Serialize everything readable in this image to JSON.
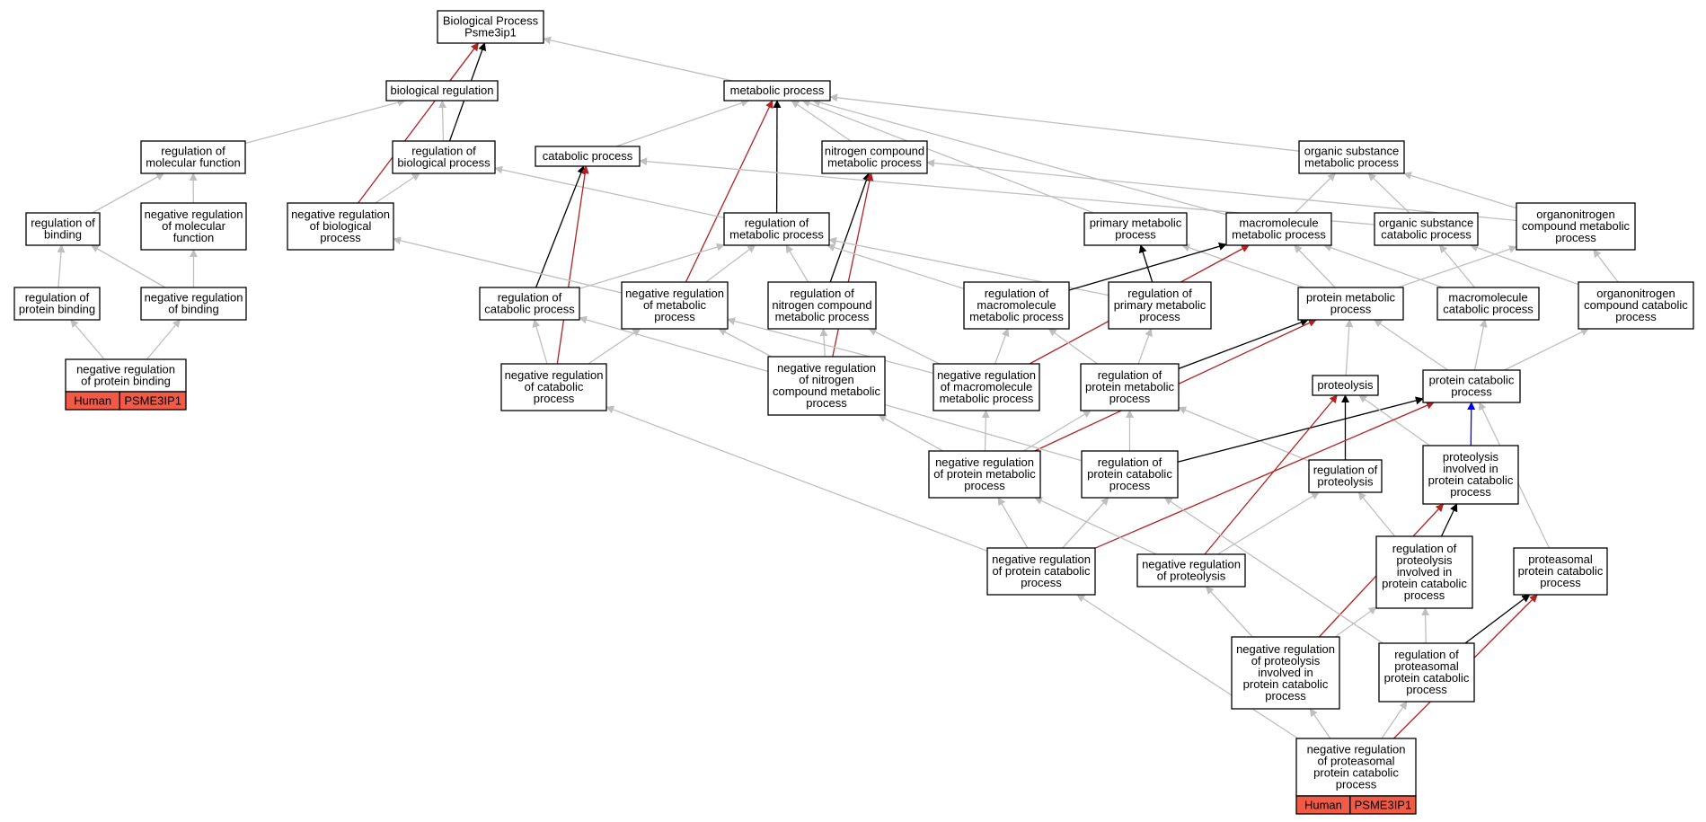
{
  "colors": {
    "gray_edge": "#bfbfbf",
    "black_edge": "#000000",
    "red_edge": "#b22222",
    "blue_edge": "#0000ff",
    "badge_fill": "#f05a46"
  },
  "nodes": [
    {
      "id": "bp",
      "lines": [
        "Biological Process",
        "Psme3ip1"
      ]
    },
    {
      "id": "bioreg",
      "lines": [
        "biological regulation"
      ]
    },
    {
      "id": "metab",
      "lines": [
        "metabolic process"
      ]
    },
    {
      "id": "regmolfunc",
      "lines": [
        "regulation of",
        "molecular function"
      ]
    },
    {
      "id": "regbioproc",
      "lines": [
        "regulation of",
        "biological process"
      ]
    },
    {
      "id": "catab",
      "lines": [
        "catabolic process"
      ]
    },
    {
      "id": "nitro",
      "lines": [
        "nitrogen compound",
        "metabolic process"
      ]
    },
    {
      "id": "orgsub",
      "lines": [
        "organic substance",
        "metabolic process"
      ]
    },
    {
      "id": "regbind",
      "lines": [
        "regulation of",
        "binding"
      ]
    },
    {
      "id": "negregmolfunc",
      "lines": [
        "negative regulation",
        "of molecular",
        "function"
      ]
    },
    {
      "id": "negregbioproc",
      "lines": [
        "negative regulation",
        "of biological",
        "process"
      ]
    },
    {
      "id": "regmetab",
      "lines": [
        "regulation of",
        "metabolic process"
      ]
    },
    {
      "id": "primmetab",
      "lines": [
        "primary metabolic",
        "process"
      ]
    },
    {
      "id": "macromol",
      "lines": [
        "macromolecule",
        "metabolic process"
      ]
    },
    {
      "id": "orgsubcatab",
      "lines": [
        "organic substance",
        "catabolic process"
      ]
    },
    {
      "id": "organonitro",
      "lines": [
        "organonitrogen",
        "compound metabolic",
        "process"
      ]
    },
    {
      "id": "regprotbind",
      "lines": [
        "regulation of",
        "protein binding"
      ]
    },
    {
      "id": "negregbind",
      "lines": [
        "negative regulation",
        "of binding"
      ]
    },
    {
      "id": "regcatab",
      "lines": [
        "regulation of",
        "catabolic process"
      ]
    },
    {
      "id": "negregmetab",
      "lines": [
        "negative regulation",
        "of metabolic",
        "process"
      ]
    },
    {
      "id": "regnitro",
      "lines": [
        "regulation of",
        "nitrogen compound",
        "metabolic process"
      ]
    },
    {
      "id": "regmacro",
      "lines": [
        "regulation of",
        "macromolecule",
        "metabolic process"
      ]
    },
    {
      "id": "regprim",
      "lines": [
        "regulation of",
        "primary metabolic",
        "process"
      ]
    },
    {
      "id": "protmetab",
      "lines": [
        "protein metabolic",
        "process"
      ]
    },
    {
      "id": "macrocatab",
      "lines": [
        "macromolecule",
        "catabolic process"
      ]
    },
    {
      "id": "organonitrocatab",
      "lines": [
        "organonitrogen",
        "compound catabolic",
        "process"
      ]
    },
    {
      "id": "negregprotbind",
      "lines": [
        "negative regulation",
        "of protein binding"
      ],
      "badge": [
        "Human",
        "PSME3IP1"
      ]
    },
    {
      "id": "negregcatab",
      "lines": [
        "negative regulation",
        "of catabolic",
        "process"
      ]
    },
    {
      "id": "negregnitro",
      "lines": [
        "negative regulation",
        "of nitrogen",
        "compound metabolic",
        "process"
      ]
    },
    {
      "id": "negregmacro",
      "lines": [
        "negative regulation",
        "of macromolecule",
        "metabolic process"
      ]
    },
    {
      "id": "regprotmetab",
      "lines": [
        "regulation of",
        "protein metabolic",
        "process"
      ]
    },
    {
      "id": "proteolysis",
      "lines": [
        "proteolysis"
      ]
    },
    {
      "id": "protcatab",
      "lines": [
        "protein catabolic",
        "process"
      ]
    },
    {
      "id": "negregprotmetab",
      "lines": [
        "negative regulation",
        "of protein metabolic",
        "process"
      ]
    },
    {
      "id": "regprotcatab",
      "lines": [
        "regulation of",
        "protein catabolic",
        "process"
      ]
    },
    {
      "id": "regproteolysis",
      "lines": [
        "regulation of",
        "proteolysis"
      ]
    },
    {
      "id": "proteolysisinv",
      "lines": [
        "proteolysis",
        "involved in",
        "protein catabolic",
        "process"
      ]
    },
    {
      "id": "negregprotcatab",
      "lines": [
        "negative regulation",
        "of protein catabolic",
        "process"
      ]
    },
    {
      "id": "negregproteolysis",
      "lines": [
        "negative regulation",
        "of proteolysis"
      ]
    },
    {
      "id": "regproteolysisinv",
      "lines": [
        "regulation of",
        "proteolysis",
        "involved in",
        "protein catabolic",
        "process"
      ]
    },
    {
      "id": "proteasomal",
      "lines": [
        "proteasomal",
        "protein catabolic",
        "process"
      ]
    },
    {
      "id": "negregproteolysisinv",
      "lines": [
        "negative regulation",
        "of proteolysis",
        "involved in",
        "protein catabolic",
        "process"
      ]
    },
    {
      "id": "regproteasomal",
      "lines": [
        "regulation of",
        "proteasomal",
        "protein catabolic",
        "process"
      ]
    },
    {
      "id": "negregproteasomal",
      "lines": [
        "negative regulation",
        "of proteasomal",
        "protein catabolic",
        "process"
      ],
      "badge": [
        "Human",
        "PSME3IP1"
      ]
    }
  ],
  "edges": [
    {
      "from": "bioreg",
      "to": "bp",
      "kind": "gray"
    },
    {
      "from": "metab",
      "to": "bp",
      "kind": "gray"
    },
    {
      "from": "regbioproc",
      "to": "bioreg",
      "kind": "gray"
    },
    {
      "from": "regbioproc",
      "to": "bp",
      "kind": "black"
    },
    {
      "from": "negregbioproc",
      "to": "bp",
      "kind": "red"
    },
    {
      "from": "regmolfunc",
      "to": "bioreg",
      "kind": "gray"
    },
    {
      "from": "catab",
      "to": "metab",
      "kind": "gray"
    },
    {
      "from": "nitro",
      "to": "metab",
      "kind": "gray"
    },
    {
      "from": "orgsub",
      "to": "metab",
      "kind": "gray"
    },
    {
      "from": "regmetab",
      "to": "metab",
      "kind": "black"
    },
    {
      "from": "negregmetab",
      "to": "metab",
      "kind": "red"
    },
    {
      "from": "primmetab",
      "to": "metab",
      "kind": "gray"
    },
    {
      "from": "macromol",
      "to": "metab",
      "kind": "gray"
    },
    {
      "from": "regbind",
      "to": "regmolfunc",
      "kind": "gray"
    },
    {
      "from": "negregmolfunc",
      "to": "regmolfunc",
      "kind": "gray"
    },
    {
      "from": "negregbioproc",
      "to": "regbioproc",
      "kind": "gray"
    },
    {
      "from": "regmetab",
      "to": "regbioproc",
      "kind": "gray"
    },
    {
      "from": "orgsubcatab",
      "to": "catab",
      "kind": "gray"
    },
    {
      "from": "regcatab",
      "to": "catab",
      "kind": "black"
    },
    {
      "from": "negregcatab",
      "to": "catab",
      "kind": "red"
    },
    {
      "from": "orgsubcatab",
      "to": "orgsub",
      "kind": "gray"
    },
    {
      "from": "organonitro",
      "to": "nitro",
      "kind": "gray"
    },
    {
      "from": "regnitro",
      "to": "nitro",
      "kind": "black"
    },
    {
      "from": "negregnitro",
      "to": "nitro",
      "kind": "red"
    },
    {
      "from": "macromol",
      "to": "orgsub",
      "kind": "gray"
    },
    {
      "from": "organonitro",
      "to": "orgsub",
      "kind": "gray"
    },
    {
      "from": "negregmetab",
      "to": "negregbioproc",
      "kind": "gray"
    },
    {
      "from": "regcatab",
      "to": "regmetab",
      "kind": "gray"
    },
    {
      "from": "negregmetab",
      "to": "regmetab",
      "kind": "gray"
    },
    {
      "from": "regnitro",
      "to": "regmetab",
      "kind": "gray"
    },
    {
      "from": "regmacro",
      "to": "regmetab",
      "kind": "gray"
    },
    {
      "from": "regprim",
      "to": "regmetab",
      "kind": "gray"
    },
    {
      "from": "regprotbind",
      "to": "regbind",
      "kind": "gray"
    },
    {
      "from": "negregbind",
      "to": "regbind",
      "kind": "gray"
    },
    {
      "from": "negregbind",
      "to": "negregmolfunc",
      "kind": "gray"
    },
    {
      "from": "negregprotbind",
      "to": "regprotbind",
      "kind": "gray"
    },
    {
      "from": "negregprotbind",
      "to": "negregbind",
      "kind": "gray"
    },
    {
      "from": "regprim",
      "to": "primmetab",
      "kind": "black"
    },
    {
      "from": "protmetab",
      "to": "primmetab",
      "kind": "gray"
    },
    {
      "from": "regmacro",
      "to": "macromol",
      "kind": "black"
    },
    {
      "from": "negregmacro",
      "to": "macromol",
      "kind": "red"
    },
    {
      "from": "protmetab",
      "to": "macromol",
      "kind": "gray"
    },
    {
      "from": "macrocatab",
      "to": "macromol",
      "kind": "gray"
    },
    {
      "from": "macrocatab",
      "to": "orgsubcatab",
      "kind": "gray"
    },
    {
      "from": "organonitrocatab",
      "to": "organonitro",
      "kind": "gray"
    },
    {
      "from": "protmetab",
      "to": "organonitro",
      "kind": "gray"
    },
    {
      "from": "organonitrocatab",
      "to": "orgsubcatab",
      "kind": "gray"
    },
    {
      "from": "negregcatab",
      "to": "regcatab",
      "kind": "gray"
    },
    {
      "from": "negregnitro",
      "to": "regnitro",
      "kind": "gray"
    },
    {
      "from": "negregmacro",
      "to": "regnitro",
      "kind": "gray"
    },
    {
      "from": "negregnitro",
      "to": "negregmetab",
      "kind": "gray"
    },
    {
      "from": "negregcatab",
      "to": "negregmetab",
      "kind": "gray"
    },
    {
      "from": "negregmacro",
      "to": "negregmetab",
      "kind": "gray"
    },
    {
      "from": "negregmacro",
      "to": "regmacro",
      "kind": "gray"
    },
    {
      "from": "regprotmetab",
      "to": "regmacro",
      "kind": "gray"
    },
    {
      "from": "regprotmetab",
      "to": "regprim",
      "kind": "gray"
    },
    {
      "from": "regprotmetab",
      "to": "protmetab",
      "kind": "black"
    },
    {
      "from": "negregprotmetab",
      "to": "protmetab",
      "kind": "red"
    },
    {
      "from": "proteolysis",
      "to": "protmetab",
      "kind": "gray"
    },
    {
      "from": "protcatab",
      "to": "protmetab",
      "kind": "gray"
    },
    {
      "from": "protcatab",
      "to": "macrocatab",
      "kind": "gray"
    },
    {
      "from": "protcatab",
      "to": "organonitrocatab",
      "kind": "gray"
    },
    {
      "from": "negregprotmetab",
      "to": "regprotmetab",
      "kind": "gray"
    },
    {
      "from": "negregprotmetab",
      "to": "negregmacro",
      "kind": "gray"
    },
    {
      "from": "negregprotmetab",
      "to": "negregnitro",
      "kind": "gray"
    },
    {
      "from": "regprotcatab",
      "to": "regprotmetab",
      "kind": "gray"
    },
    {
      "from": "regproteolysis",
      "to": "regprotmetab",
      "kind": "gray"
    },
    {
      "from": "regprotcatab",
      "to": "regcatab",
      "kind": "gray"
    },
    {
      "from": "regprotcatab",
      "to": "protcatab",
      "kind": "black"
    },
    {
      "from": "regproteolysis",
      "to": "proteolysis",
      "kind": "black"
    },
    {
      "from": "proteolysisinv",
      "to": "proteolysis",
      "kind": "gray"
    },
    {
      "from": "proteolysisinv",
      "to": "protcatab",
      "kind": "blue"
    },
    {
      "from": "proteasomal",
      "to": "protcatab",
      "kind": "gray"
    },
    {
      "from": "negregprotcatab",
      "to": "negregprotmetab",
      "kind": "gray"
    },
    {
      "from": "negregprotcatab",
      "to": "regprotcatab",
      "kind": "gray"
    },
    {
      "from": "negregprotcatab",
      "to": "negregcatab",
      "kind": "gray"
    },
    {
      "from": "negregprotcatab",
      "to": "protcatab",
      "kind": "red"
    },
    {
      "from": "negregproteolysis",
      "to": "regproteolysis",
      "kind": "gray"
    },
    {
      "from": "negregproteolysis",
      "to": "negregprotmetab",
      "kind": "gray"
    },
    {
      "from": "negregproteolysis",
      "to": "proteolysis",
      "kind": "red"
    },
    {
      "from": "regproteolysisinv",
      "to": "regproteolysis",
      "kind": "gray"
    },
    {
      "from": "regproteolysisinv",
      "to": "proteolysisinv",
      "kind": "black"
    },
    {
      "from": "negregproteolysisinv",
      "to": "negregproteolysis",
      "kind": "gray"
    },
    {
      "from": "negregproteolysisinv",
      "to": "regproteolysisinv",
      "kind": "gray"
    },
    {
      "from": "negregproteolysisinv",
      "to": "proteolysisinv",
      "kind": "red"
    },
    {
      "from": "regproteasomal",
      "to": "regproteolysisinv",
      "kind": "gray"
    },
    {
      "from": "regproteasomal",
      "to": "proteasomal",
      "kind": "black"
    },
    {
      "from": "regproteasomal",
      "to": "regprotcatab",
      "kind": "gray"
    },
    {
      "from": "negregproteasomal",
      "to": "negregproteolysisinv",
      "kind": "gray"
    },
    {
      "from": "negregproteasomal",
      "to": "regproteasomal",
      "kind": "gray"
    },
    {
      "from": "negregproteasomal",
      "to": "negregprotcatab",
      "kind": "gray"
    },
    {
      "from": "negregproteasomal",
      "to": "proteasomal",
      "kind": "red"
    }
  ]
}
